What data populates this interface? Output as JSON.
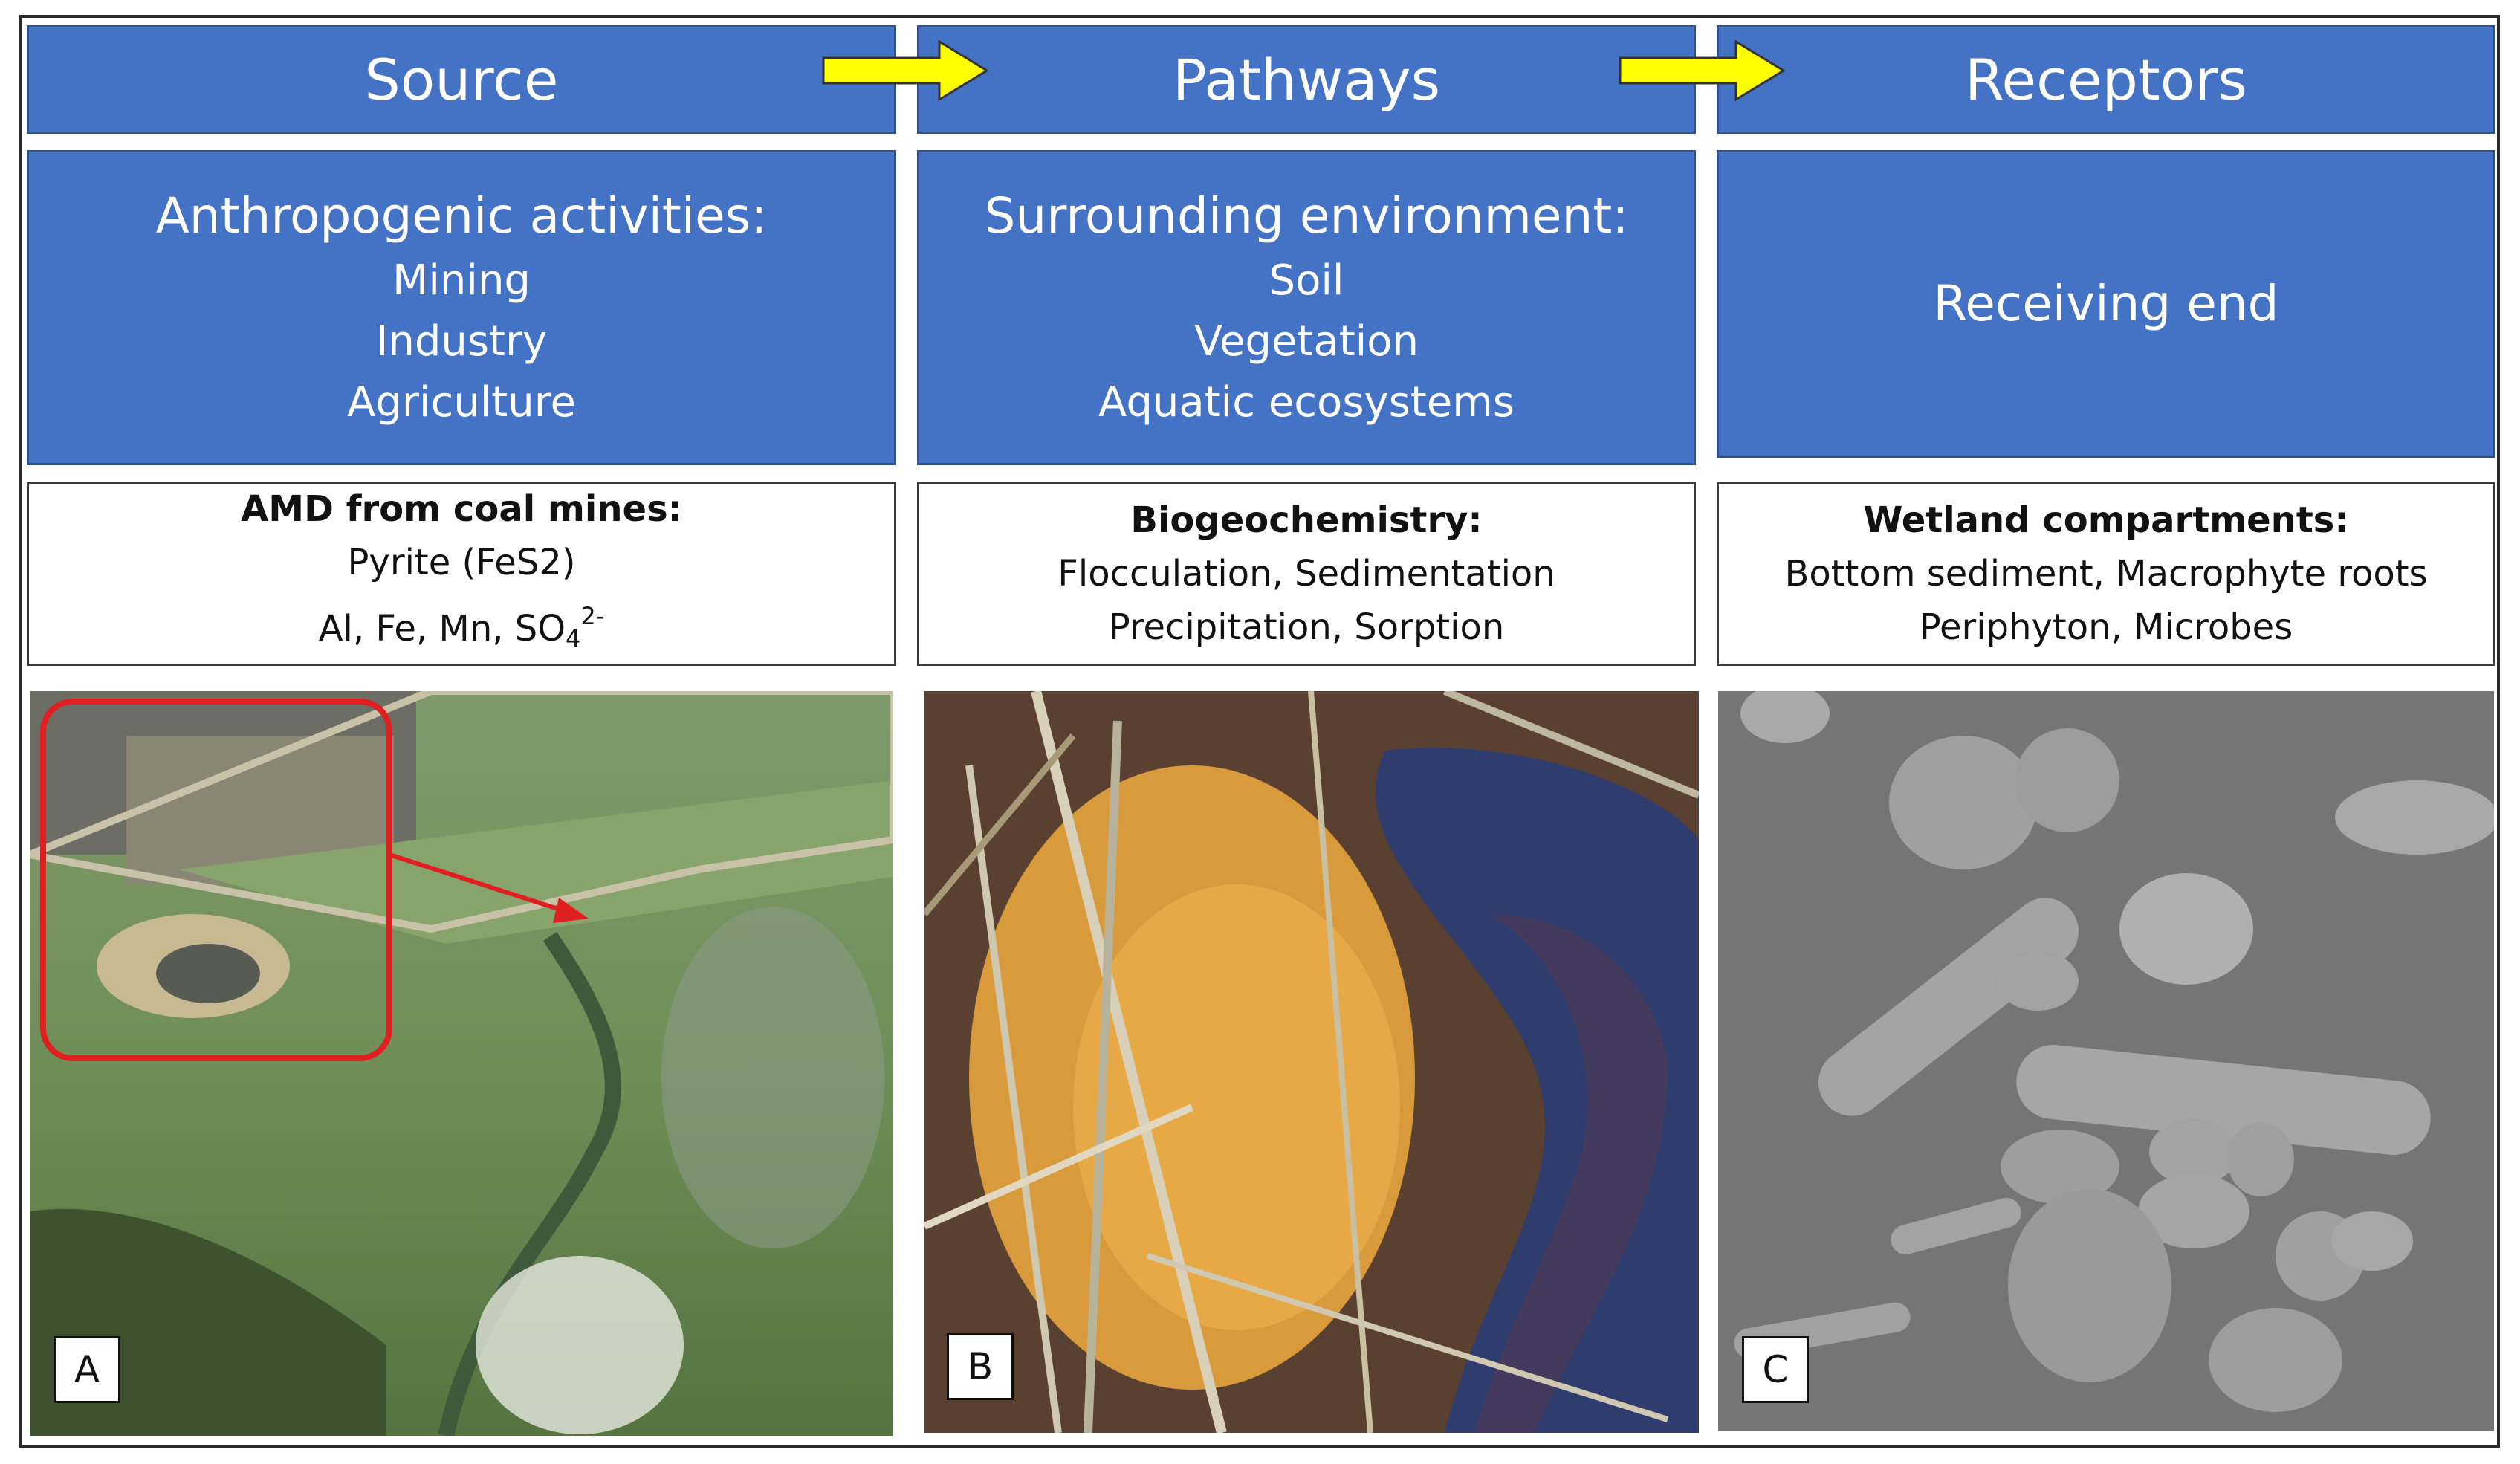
{
  "colors": {
    "header_fill": "#4472c4",
    "header_border": "#2f528f",
    "arrow_fill": "#ffff00",
    "highlight_red": "#e02020"
  },
  "columns": [
    {
      "header": "Source",
      "blue_box": {
        "heading": "Anthropogenic activities:",
        "lines": [
          "Mining",
          "Industry",
          "Agriculture"
        ]
      },
      "white_box": {
        "heading": "AMD from coal mines:",
        "line1": "Pyrite (FeS2)",
        "line2_prefix": "Al, Fe, Mn, SO",
        "line2_sub": "4",
        "line2_sup": "2-"
      },
      "photo": {
        "label": "A",
        "icon": "aerial-landscape-photo"
      }
    },
    {
      "header": "Pathways",
      "blue_box": {
        "heading": "Surrounding environment:",
        "lines": [
          "Soil",
          "Vegetation",
          "Aquatic ecosystems"
        ]
      },
      "white_box": {
        "heading": "Biogeochemistry:",
        "line1": "Flocculation, Sedimentation",
        "line2": "Precipitation, Sorption"
      },
      "photo": {
        "label": "B",
        "icon": "iron-floc-wetland-photo"
      }
    },
    {
      "header": "Receptors",
      "blue_box": {
        "heading": "",
        "lines": [
          "Receiving end"
        ]
      },
      "white_box": {
        "heading": "Wetland compartments:",
        "line1": "Bottom sediment, Macrophyte roots",
        "line2": "Periphyton, Microbes"
      },
      "photo": {
        "label": "C",
        "icon": "sem-microbes-photo"
      }
    }
  ]
}
